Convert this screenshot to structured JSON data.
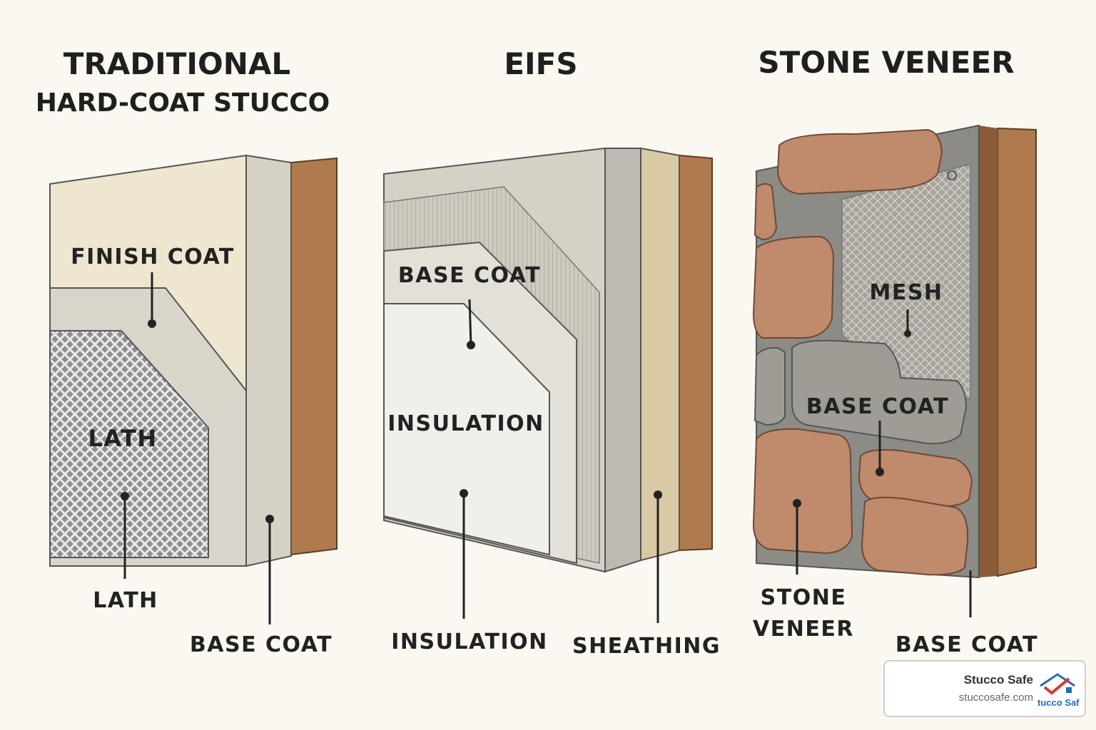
{
  "panels": [
    {
      "title_lines": [
        "TRADITIONAL",
        "HARD-COAT STUCCO"
      ],
      "labels": {
        "finish_coat": "FINISH COAT",
        "lath_inner": "LATH",
        "lath_callout": "LATH",
        "base_coat_callout": "BASE COAT"
      }
    },
    {
      "title_lines": [
        "EIFS"
      ],
      "labels": {
        "base_coat": "BASE COAT",
        "insulation_inner": "INSULATION",
        "insulation_callout": "INSULATION",
        "sheathing_callout": "SHEATHING"
      }
    },
    {
      "title_lines": [
        "STONE VENEER"
      ],
      "labels": {
        "mesh": "MESH",
        "base_coat_inner": "BASE COAT",
        "stone_veneer_callout": [
          "STONE",
          "VENEER"
        ],
        "base_coat_callout": "BASE COAT"
      }
    }
  ],
  "badge": {
    "name": "Stucco Safe",
    "url": "stuccosafe.com",
    "logo_text": "tucco Saf"
  },
  "colors": {
    "background": "#faf8f1",
    "finish_coat": "#efe6cf",
    "base_coat": "#d9d5cb",
    "wood": "#b07a4f",
    "stone": "#c08a6c",
    "mortar": "#8d8b86",
    "logo_red": "#d63a2f",
    "logo_blue": "#1f6fb8"
  }
}
